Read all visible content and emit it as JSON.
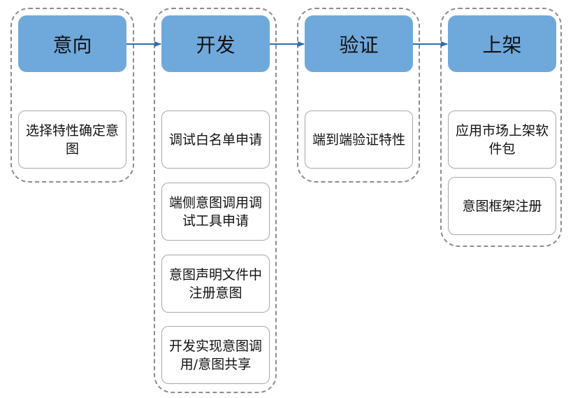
{
  "stages": [
    {
      "title": "意向",
      "tasks": [
        "选择特性确定意图"
      ]
    },
    {
      "title": "开发",
      "tasks": [
        "调试白名单申请",
        "端侧意图调用调试工具申请",
        "意图声明文件中注册意图",
        "开发实现意图调用/意图共享"
      ]
    },
    {
      "title": "验证",
      "tasks": [
        "端到端验证特性"
      ]
    },
    {
      "title": "上架",
      "tasks": [
        "应用市场上架软件包",
        "意图框架注册"
      ]
    }
  ],
  "colors": {
    "stage_fill": "#6fa9dc",
    "arrow": "#2e6db4",
    "border": "#8c8c8c"
  }
}
